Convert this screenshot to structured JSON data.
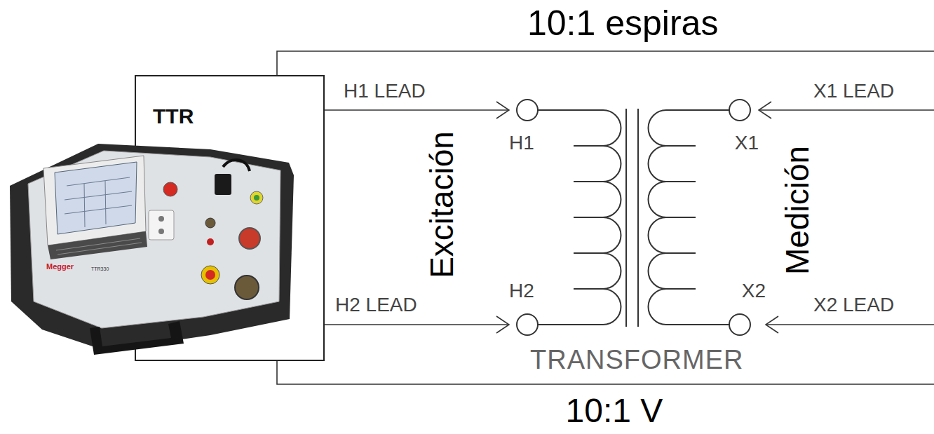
{
  "diagram": {
    "nodes": [
      {
        "text": [
          "TTR"
        ]
      },
      {
        "text": [
          "H1"
        ]
      },
      {
        "text": [
          "H2"
        ]
      },
      {
        "text": [
          "X1"
        ]
      },
      {
        "text": [
          "X2"
        ]
      }
    ],
    "edges": [
      {
        "from": 0,
        "to": 1,
        "label": "H1 LEAD",
        "arrow": "to"
      },
      {
        "from": 0,
        "to": 2,
        "label": "H2 LEAD",
        "arrow": "to"
      },
      {
        "from": 0,
        "to": 3,
        "label": "X1 LEAD",
        "arrow": "to"
      },
      {
        "from": 0,
        "to": 4,
        "label": "X2 LEAD",
        "arrow": "to"
      }
    ],
    "labels": [
      "10:1 espiras",
      "Excitación",
      "Medición",
      "TRANSFORMER",
      "10:1 V",
      "Megger",
      "TTR330"
    ]
  }
}
